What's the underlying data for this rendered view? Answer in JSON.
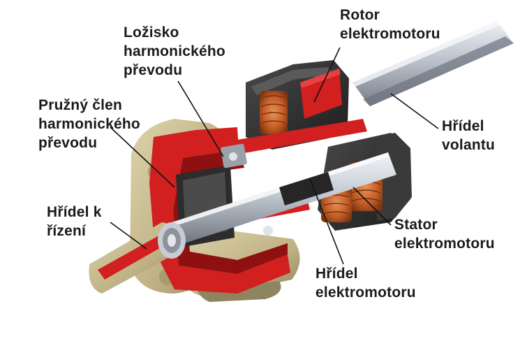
{
  "labels": {
    "rotor": [
      "Rotor",
      "elektromotoru"
    ],
    "bearing": [
      "Ložisko",
      "harmonického",
      "převodu"
    ],
    "flex_member": [
      "Pružný člen",
      "harmonického",
      "převodu"
    ],
    "steering_wheel_shaft": [
      "Hřídel",
      "volantu"
    ],
    "steering_shaft": [
      "Hřídel k",
      "řízení"
    ],
    "stator": [
      "Stator",
      "elektromotoru"
    ],
    "motor_shaft": [
      "Hřídel",
      "elektromotoru"
    ]
  },
  "colors": {
    "cut_red": "#d21f1f",
    "dark_red": "#8e1010",
    "casting_tan": "#c9bb8e",
    "casting_shadow": "#8f8460",
    "steel_light": "#e6e9ee",
    "steel_mid": "#a9b0ba",
    "steel_dark": "#5e6570",
    "iron_dark": "#2b2b2b",
    "copper": "#c8642a",
    "leader": "#111111"
  },
  "icons": [
    "steering-gear-cutaway-illustration"
  ]
}
